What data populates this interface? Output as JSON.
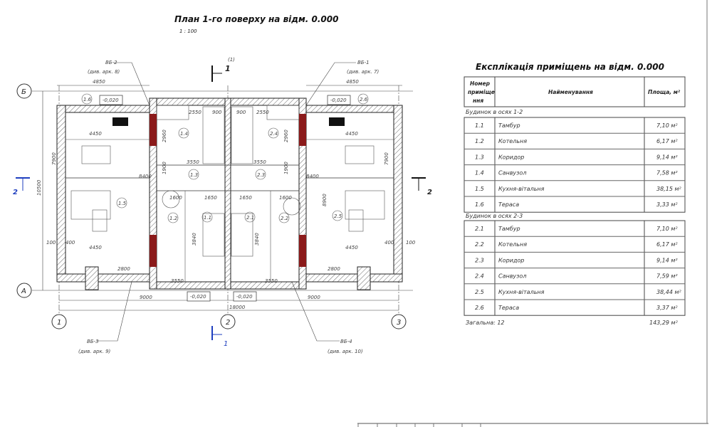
{
  "plan": {
    "title": "План 1-го поверху на відм. 0.000",
    "scale": "1 : 100",
    "section_1_label": "1",
    "section_1_sheet": "(1)",
    "section_2_label": "2",
    "axes": {
      "rows": [
        "Б",
        "А"
      ],
      "cols": [
        "1",
        "2",
        "3"
      ]
    },
    "callouts": [
      {
        "id": "ВБ-2",
        "ref": "(див. арк. 8)"
      },
      {
        "id": "ВБ-1",
        "ref": "(див. арк. 7)"
      },
      {
        "id": "ВБ-3",
        "ref": "(див. арк. 9)"
      },
      {
        "id": "ВБ-4",
        "ref": "(див. арк. 10)"
      }
    ],
    "elevations": [
      "-0,020",
      "-0,020",
      "-0,020",
      "-0,020"
    ],
    "rooms": [
      "1.1",
      "1.2",
      "1.3",
      "1.4",
      "1.5",
      "1.6",
      "2.1",
      "2.2",
      "2.3",
      "2.4",
      "2.5",
      "2.6"
    ],
    "dims": {
      "top_left": "4850",
      "top_right": "4850",
      "d900": "900",
      "d2550": "2550",
      "d4450": "4450",
      "d3550": "3550",
      "d8400": "8400",
      "d7900": "7900",
      "d1900": "1900",
      "d2960": "2960",
      "d1650": "1650",
      "d1600": "1600",
      "d3840": "3840",
      "d2800": "2800",
      "d100": "100",
      "d400": "400",
      "d9000": "9000",
      "d18000": "18000",
      "d10500": "10500",
      "d8900": "8900"
    }
  },
  "explication": {
    "title": "Експлікація приміщень на відм. 0.000",
    "headers": {
      "number": "Номер приміще ння",
      "name": "Найменування",
      "area": "Площа, м²"
    },
    "groups": [
      {
        "label": "Будинок в осях 1-2",
        "rows": [
          {
            "n": "1.1",
            "name": "Тамбур",
            "area": "7,10 м²"
          },
          {
            "n": "1.2",
            "name": "Котельня",
            "area": "6,17 м²"
          },
          {
            "n": "1.3",
            "name": "Коридор",
            "area": "9,14 м²"
          },
          {
            "n": "1.4",
            "name": "Санвузол",
            "area": "7,58 м²"
          },
          {
            "n": "1.5",
            "name": "Кухня-вітальня",
            "area": "38,15 м²"
          },
          {
            "n": "1.6",
            "name": "Тераса",
            "area": "3,33 м²"
          }
        ]
      },
      {
        "label": "Будинок в осях 2-3",
        "rows": [
          {
            "n": "2.1",
            "name": "Тамбур",
            "area": "7,10 м²"
          },
          {
            "n": "2.2",
            "name": "Котельня",
            "area": "6,17 м²"
          },
          {
            "n": "2.3",
            "name": "Коридор",
            "area": "9,14 м²"
          },
          {
            "n": "2.4",
            "name": "Санвузол",
            "area": "7,59 м²"
          },
          {
            "n": "2.5",
            "name": "Кухня-вітальня",
            "area": "38,44 м²"
          },
          {
            "n": "2.6",
            "name": "Тераса",
            "area": "3,37 м²"
          }
        ]
      }
    ],
    "total_label": "Загальна: 12",
    "total_area": "143,29 м²"
  },
  "colors": {
    "section_marker": "#1f3fbf",
    "boiler_wall": "#8b1a1a"
  }
}
